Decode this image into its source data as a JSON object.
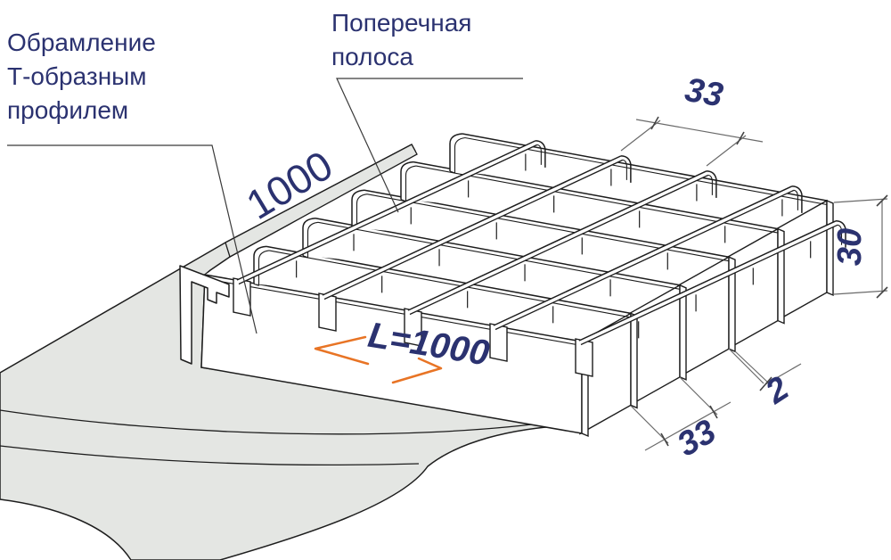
{
  "drawing": {
    "labels": {
      "frame": {
        "line1": "Обрамление",
        "line2": "Т-образным",
        "line3": "профилем"
      },
      "transverse": {
        "line1": "Поперечная",
        "line2": "полоса"
      }
    },
    "dimensions": {
      "panel_width": "1000",
      "cross_bar_pitch": "33",
      "bearing_bar_height": "30",
      "bearing_bar_pitch": "33",
      "bearing_bar_thickness": "2",
      "panel_length": "L=1000"
    },
    "colors": {
      "label_text": "#2b3270",
      "accent_orange": "#e87425",
      "metal_gray": "#e4e6e3",
      "line": "#1d1d1d"
    }
  }
}
